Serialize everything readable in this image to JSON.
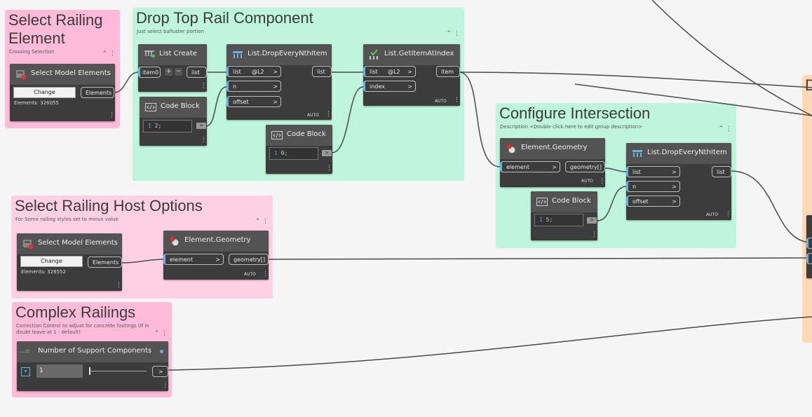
{
  "groups": {
    "select_railing": {
      "title_line1": "Select Railing",
      "title_line2": "Element",
      "desc": "Crossing Selection"
    },
    "drop_top_rail": {
      "title": "Drop Top Rail Component",
      "desc": "Just select balluster portion"
    },
    "configure_intersection": {
      "title": "Configure Intersection",
      "desc": "Description <Double click here to edit group description>"
    },
    "host_options": {
      "title": "Select Railing Host Options",
      "desc": "For Some railing styles set to minus value"
    },
    "complex_railings": {
      "title": "Complex Railings",
      "desc_line1": "Correction Control to adjust for concrete footings (If in",
      "desc_line2": "doubt leave at 1 - default)"
    },
    "right_partial": {
      "title": "D"
    }
  },
  "nodes": {
    "select_model_1": {
      "title": "Select Model Elements",
      "button": "Change",
      "output": "Elements",
      "status": "Elements: 326055"
    },
    "list_create": {
      "title": "List Create",
      "input": "item0",
      "output": "list",
      "plus": "+",
      "minus": "−"
    },
    "code_block_1": {
      "title": "Code Block",
      "line_no": "1",
      "code": "2;",
      "out": ">"
    },
    "drop_every_nth_1": {
      "title": "List.DropEveryNthItem",
      "in_list": "list",
      "lacing": "@L2",
      "in_n": "n",
      "in_offset": "offset",
      "output": "list",
      "auto": "AUTO"
    },
    "code_block_2": {
      "title": "Code Block",
      "line_no": "1",
      "code": "0;",
      "out": ">"
    },
    "get_item_at_index": {
      "title": "List.GetItemAtIndex",
      "in_list": "list",
      "lacing": "@L2",
      "in_index": "index",
      "output": "item",
      "auto": "AUTO"
    },
    "element_geometry_1": {
      "title": "Element.Geometry",
      "input": "element",
      "output": "geometry[]",
      "auto": "AUTO"
    },
    "code_block_3": {
      "title": "Code Block",
      "line_no": "1",
      "code": "5;",
      "out": ">"
    },
    "drop_every_nth_2": {
      "title": "List.DropEveryNthItem",
      "in_list": "list",
      "in_n": "n",
      "in_offset": "offset",
      "output": "list",
      "auto": "AUTO"
    },
    "select_model_2": {
      "title": "Select Model Elements",
      "button": "Change",
      "output": "Elements",
      "status": "Elements: 328552"
    },
    "element_geometry_2": {
      "title": "Element.Geometry",
      "input": "element",
      "output": "geometry[]",
      "auto": "AUTO"
    },
    "number_slider": {
      "title": "Number of Support Components",
      "value": "1",
      "out": ">"
    }
  },
  "icons": {
    "group_tools": "collapse-chevron-and-kebab",
    "select_model": "select-model-icon",
    "list_create": "list-create-icon",
    "code_block": "code-block-icon",
    "drop_every_nth": "drop-every-nth-icon",
    "get_item_at_index": "get-item-check-icon",
    "element_geometry": "element-geometry-icon",
    "slider": "slider-icon"
  },
  "colors": {
    "group_pink": "#ffcfe4",
    "group_green": "#bff5dc",
    "group_orange": "#ffd9b5",
    "node_body": "#3c3c3c",
    "node_header": "#535353",
    "wire": "#444444",
    "port_accent": "#6ab0de"
  }
}
